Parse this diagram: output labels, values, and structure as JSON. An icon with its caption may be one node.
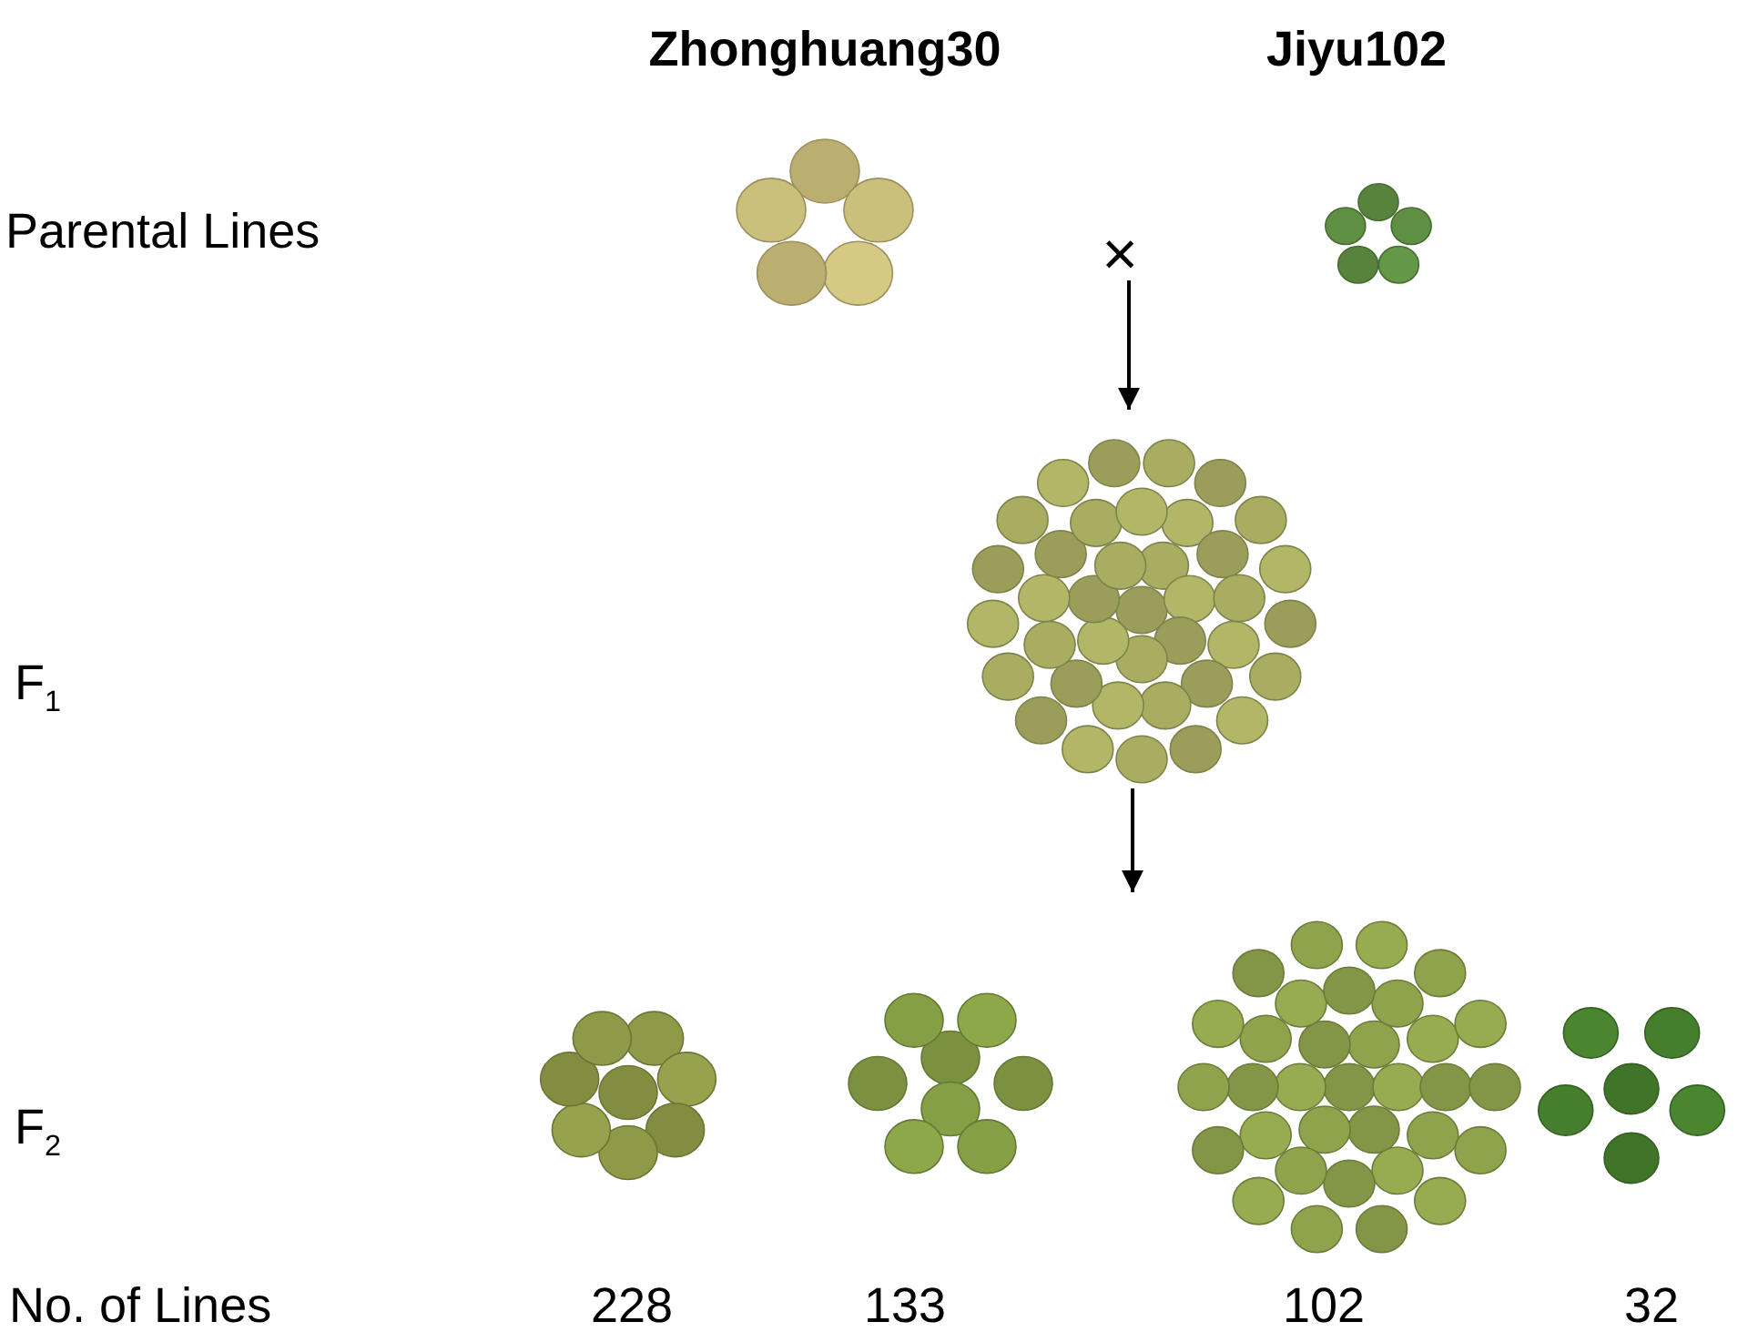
{
  "diagram": {
    "nodes": [
      {
        "text": [],
        "shape": "picture"
      },
      {
        "text": [
          "×"
        ]
      },
      {
        "text": [],
        "shape": "picture"
      },
      {
        "text": [],
        "shape": "picture"
      },
      {
        "text": [],
        "shape": "picture"
      },
      {
        "text": [],
        "shape": "picture"
      },
      {
        "text": [],
        "shape": "picture"
      },
      {
        "text": [],
        "shape": "picture"
      }
    ],
    "edges": [
      {
        "from": 1,
        "to": 3,
        "arrow": "to"
      },
      {
        "from": 3,
        "to": null,
        "arrow": "to"
      }
    ],
    "labels": [
      "Zhonghuang30",
      "Jiyu102",
      "Parental Lines",
      "F$_{1}$",
      "F$_{2}$",
      "No. of Lines",
      "228",
      "133",
      "102",
      "32"
    ]
  }
}
